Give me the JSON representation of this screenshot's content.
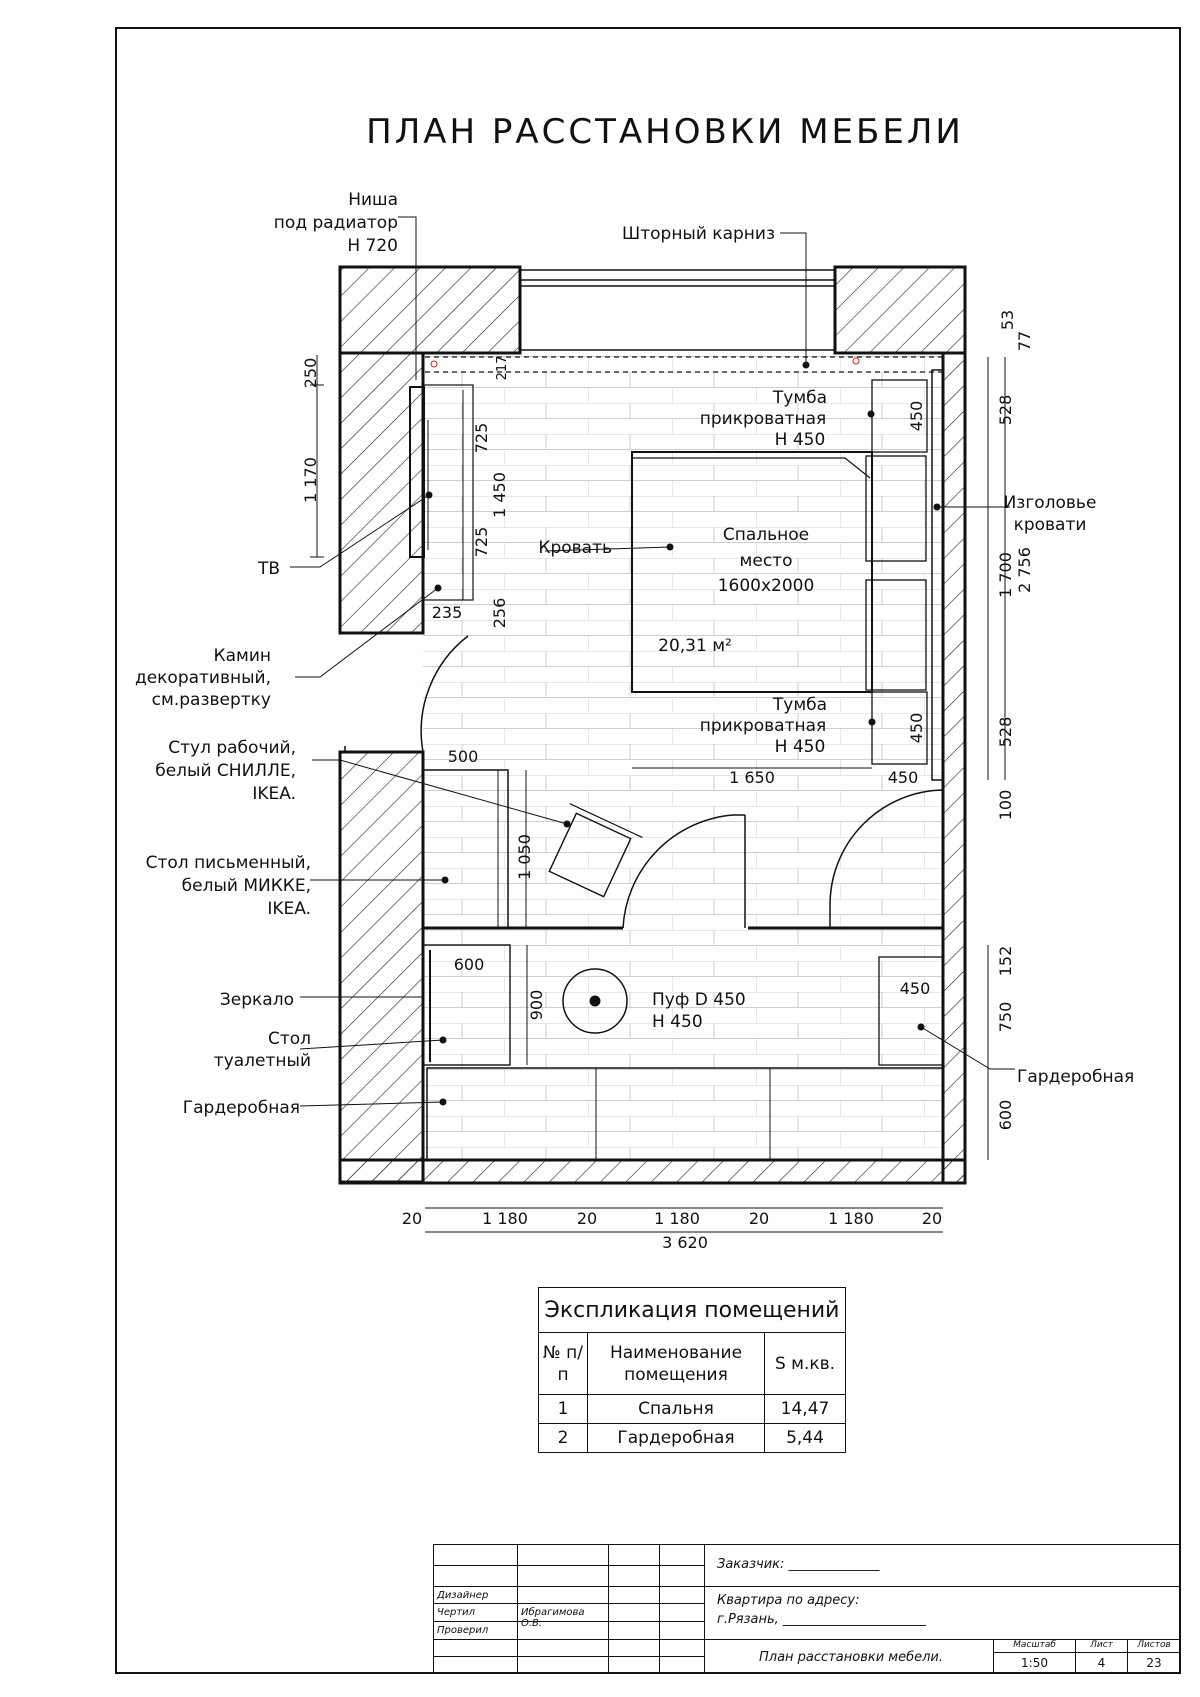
{
  "title": "ПЛАН РАССТАНОВКИ МЕБЕЛИ",
  "labels": {
    "niche": [
      "Ниша",
      "под радиатор",
      "Н 720"
    ],
    "curtain": "Шторный карниз",
    "nightstand_top": [
      "Тумба",
      "прикроватная",
      "Н 450"
    ],
    "nightstand_bottom": [
      "Тумба",
      "прикроватная",
      "Н 450"
    ],
    "headboard": [
      "Изголовье",
      "кровати"
    ],
    "bed": "Кровать",
    "sleep_place": [
      "Спальное",
      "место",
      "1600х2000"
    ],
    "area": "20,31 м²",
    "tv": "ТВ",
    "fireplace": [
      "Камин",
      "декоративный,",
      "см.развертку"
    ],
    "chair": [
      "Стул рабочий,",
      "белый СНИЛЛЕ,",
      "IKEA."
    ],
    "desk": [
      "Стол письменный,",
      "белый МИККЕ,",
      "IKEA."
    ],
    "mirror": "Зеркало",
    "dressing_table": [
      "Стол",
      "туалетный"
    ],
    "wardrobe_left": "Гардеробная",
    "wardrobe_right": "Гардеробная",
    "pouf": [
      "Пуф D 450",
      "Н 450"
    ]
  },
  "dimensions": {
    "left_250": "250",
    "left_1170": "1 170",
    "tv_725a": "725",
    "tv_1450": "1 450",
    "tv_725b": "725",
    "d217": "217",
    "d235": "235",
    "d256": "256",
    "right_53": "53",
    "right_77": "77",
    "right_528a": "528",
    "right_1700": "1 700",
    "right_2756": "2 756",
    "right_528b": "528",
    "right_100": "100",
    "ns_450a": "450",
    "ns_450b": "450",
    "d500": "500",
    "d1050": "1 050",
    "d1650": "1 650",
    "d450h": "450",
    "d600": "600",
    "d900": "900",
    "d450w": "450",
    "right_152": "152",
    "right_750": "750",
    "right_600": "600",
    "bottom": [
      "20",
      "1 180",
      "20",
      "1 180",
      "20",
      "1 180",
      "20"
    ],
    "total": "3 620"
  },
  "explication": {
    "caption": "Экспликация помещений",
    "headers": [
      "№ п/п",
      "Наименование помещения",
      "S м.кв."
    ],
    "rows": [
      {
        "n": "1",
        "name": "Спальня",
        "s": "14,47"
      },
      {
        "n": "2",
        "name": "Гардеробная",
        "s": "5,44"
      }
    ]
  },
  "stamp": {
    "customer": "Заказчик: ______________",
    "address1": "Квартира по адресу:",
    "address2": "г.Рязань, ______________________",
    "designer": "Дизайнер",
    "drew": "Чертил",
    "drew_name": "Ибрагимова О.В.",
    "checked": "Проверил",
    "sheet_title": "План расстановки мебели.",
    "scale_label": "Масштаб",
    "sheet_label": "Лист",
    "sheets_label": "Листов",
    "scale": "1:50",
    "sheet": "4",
    "sheets": "23"
  }
}
